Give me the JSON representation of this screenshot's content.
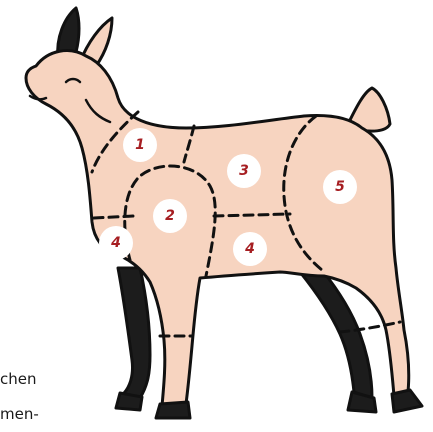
{
  "diagram": {
    "cuts": [
      {
        "id": "cut-1",
        "label": "1"
      },
      {
        "id": "cut-2",
        "label": "2"
      },
      {
        "id": "cut-3",
        "label": "3"
      },
      {
        "id": "cut-4-front",
        "label": "4"
      },
      {
        "id": "cut-4-belly",
        "label": "4"
      },
      {
        "id": "cut-5",
        "label": "5"
      }
    ],
    "colors": {
      "body_fill": "#f7d4c0",
      "outline": "#111111",
      "dark_legs": "#1c1c1c",
      "number_bg": "#ffffff",
      "number_text": "#a61e22"
    }
  },
  "side_text": {
    "line1": "chen",
    "line2": "men-"
  }
}
